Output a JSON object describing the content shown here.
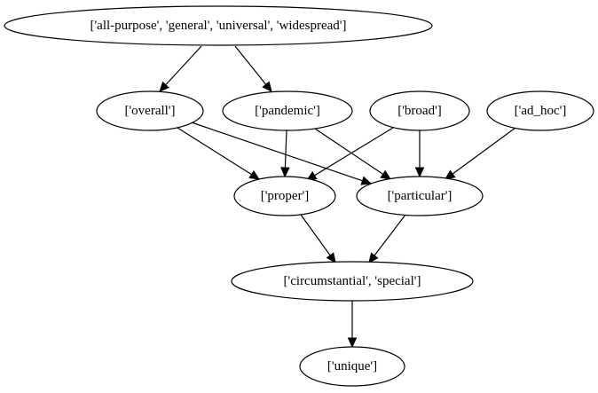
{
  "diagram": {
    "nodes": [
      {
        "id": "general",
        "label": "['all-purpose', 'general', 'universal', 'widespread']"
      },
      {
        "id": "overall",
        "label": "['overall']"
      },
      {
        "id": "pandemic",
        "label": "['pandemic']"
      },
      {
        "id": "broad",
        "label": "['broad']"
      },
      {
        "id": "ad_hoc",
        "label": "['ad_hoc']"
      },
      {
        "id": "proper",
        "label": "['proper']"
      },
      {
        "id": "particular",
        "label": "['particular']"
      },
      {
        "id": "special",
        "label": "['circumstantial', 'special']"
      },
      {
        "id": "unique",
        "label": "['unique']"
      }
    ],
    "edges": [
      {
        "from": "general",
        "to": "overall"
      },
      {
        "from": "general",
        "to": "pandemic"
      },
      {
        "from": "overall",
        "to": "proper"
      },
      {
        "from": "overall",
        "to": "particular"
      },
      {
        "from": "pandemic",
        "to": "proper"
      },
      {
        "from": "pandemic",
        "to": "particular"
      },
      {
        "from": "broad",
        "to": "proper"
      },
      {
        "from": "broad",
        "to": "particular"
      },
      {
        "from": "ad_hoc",
        "to": "particular"
      },
      {
        "from": "proper",
        "to": "special"
      },
      {
        "from": "particular",
        "to": "special"
      },
      {
        "from": "special",
        "to": "unique"
      }
    ]
  }
}
